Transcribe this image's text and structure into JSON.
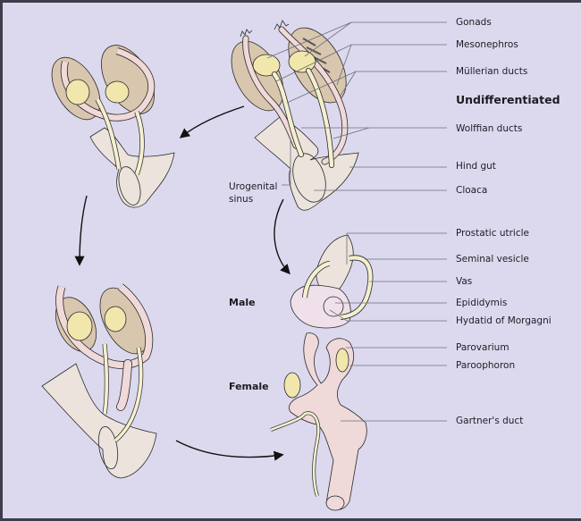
{
  "figure": {
    "title": "Differentiation of the internal genital ducts",
    "colors": {
      "background": "#dcd9ef",
      "frame": "#3e3e4a",
      "sinus": "#ebe3dc",
      "duct_pink": "#efd9d9",
      "gonad_yellow": "#f1e6ac",
      "mesonephros_tan": "#d9c6ae",
      "duct_cream": "#f4efcf",
      "male_pink": "#efe0ea",
      "outline": "#2a2a2a",
      "leader": "#6e6e78"
    },
    "stages": {
      "undifferentiated": "Undifferentiated",
      "male": "Male",
      "female": "Female"
    },
    "labels": {
      "undifferentiated": [
        {
          "id": "gonads",
          "text": "Gonads"
        },
        {
          "id": "mesonephros",
          "text": "Mesonephros"
        },
        {
          "id": "mullerian",
          "text": "Müllerian ducts"
        },
        {
          "id": "wolffian",
          "text": "Wolffian ducts"
        },
        {
          "id": "hindgut",
          "text": "Hind gut"
        },
        {
          "id": "cloaca",
          "text": "Cloaca"
        }
      ],
      "urogenital_sinus": {
        "line1": "Urogenital",
        "line2": "sinus"
      },
      "male": [
        {
          "id": "prostatic-utricle",
          "text": "Prostatic utricle"
        },
        {
          "id": "seminal-vesicle",
          "text": "Seminal vesicle"
        },
        {
          "id": "vas",
          "text": "Vas"
        },
        {
          "id": "epididymis",
          "text": "Epididymis"
        },
        {
          "id": "hydatid",
          "text": "Hydatid of Morgagni"
        }
      ],
      "female": [
        {
          "id": "parovarium",
          "text": "Parovarium"
        },
        {
          "id": "paroophoron",
          "text": "Paroophoron"
        },
        {
          "id": "gartners",
          "text": "Gartner's duct"
        }
      ]
    }
  }
}
